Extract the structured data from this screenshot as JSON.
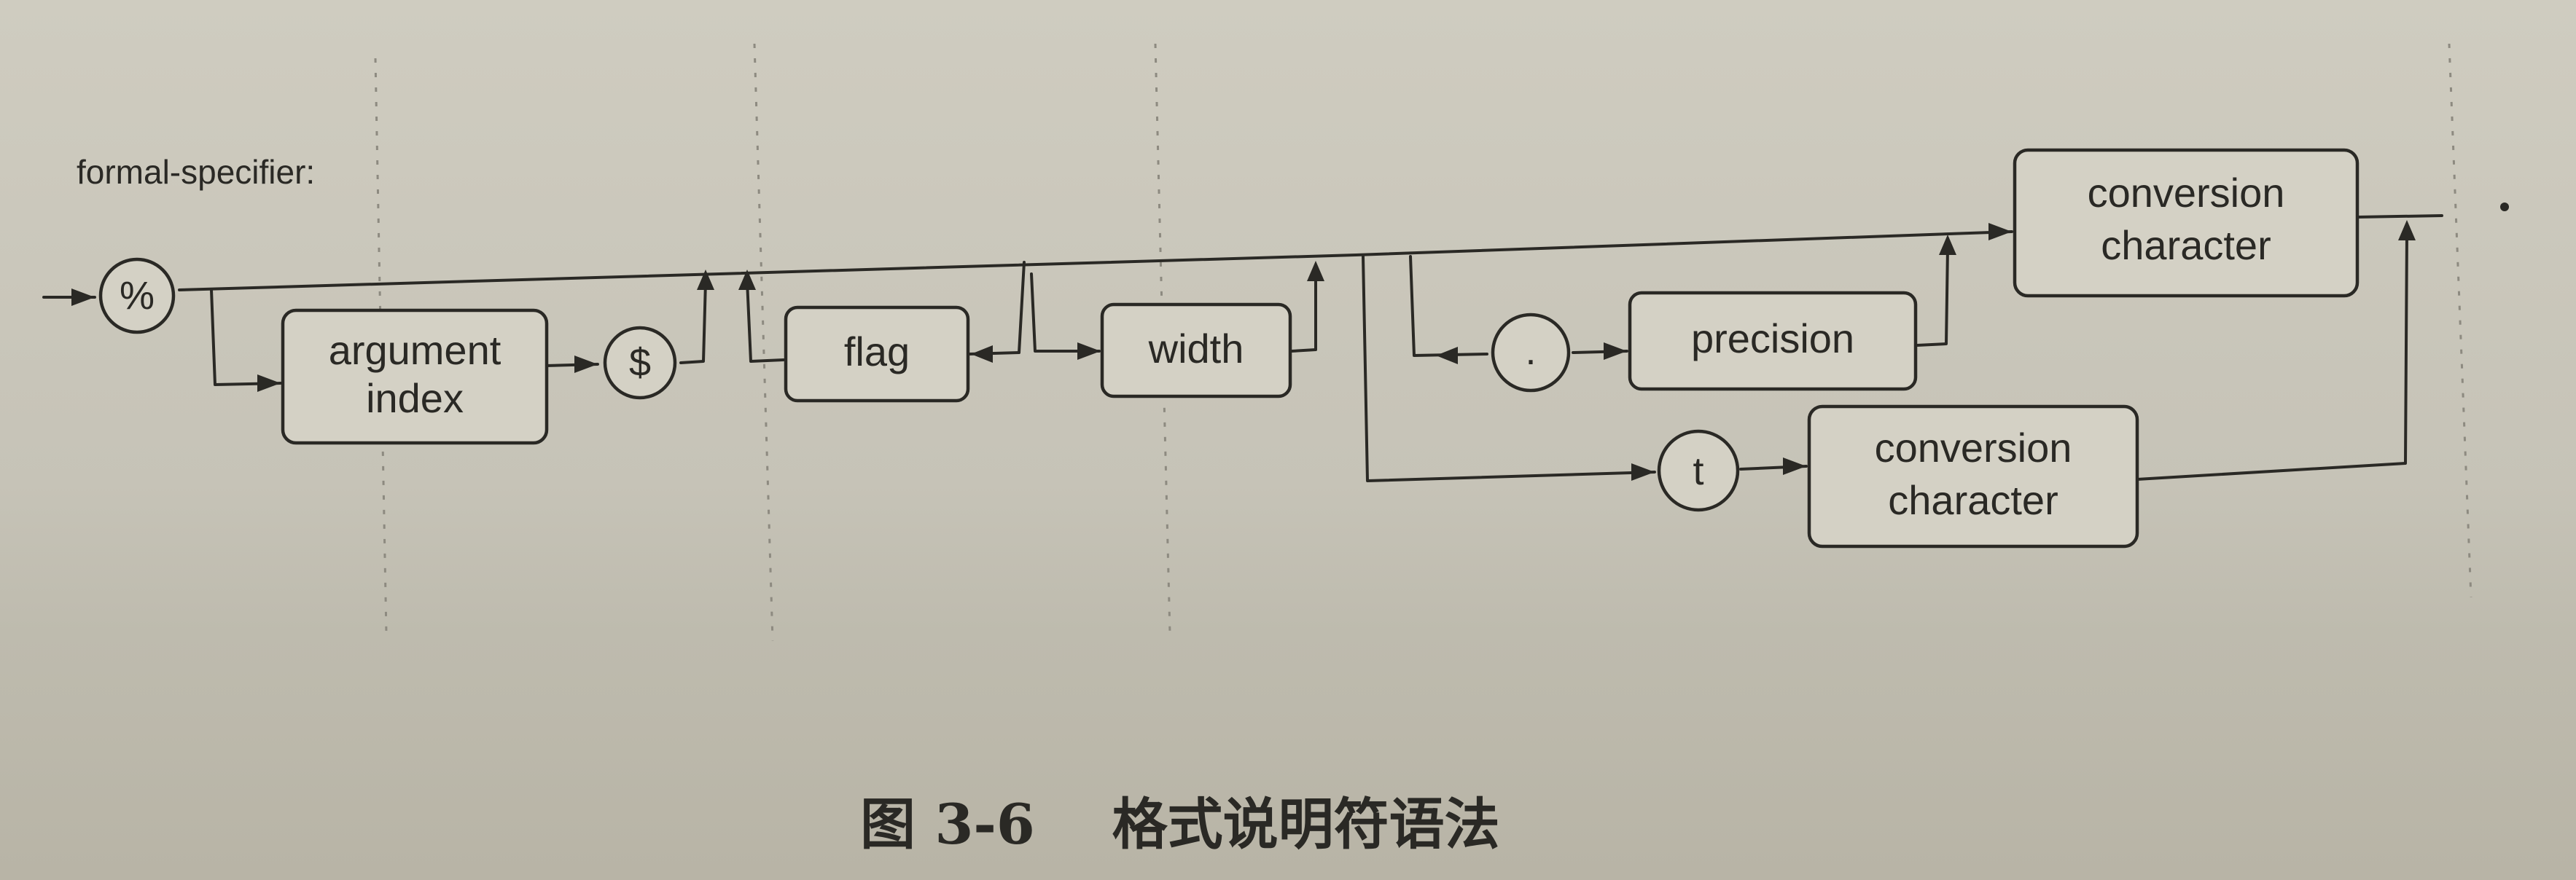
{
  "diagram": {
    "title": "formal-specifier:",
    "terminals": {
      "percent": "%",
      "dollar": "$",
      "dot": ".",
      "t": "t"
    },
    "nodes": {
      "argument_index": [
        "argument",
        "index"
      ],
      "flag": "flag",
      "width": "width",
      "precision": "precision",
      "conversion_top": [
        "conversion",
        "character"
      ],
      "conversion_bottom": [
        "conversion",
        "character"
      ]
    }
  },
  "caption": "图 3-6    格式说明符语法"
}
